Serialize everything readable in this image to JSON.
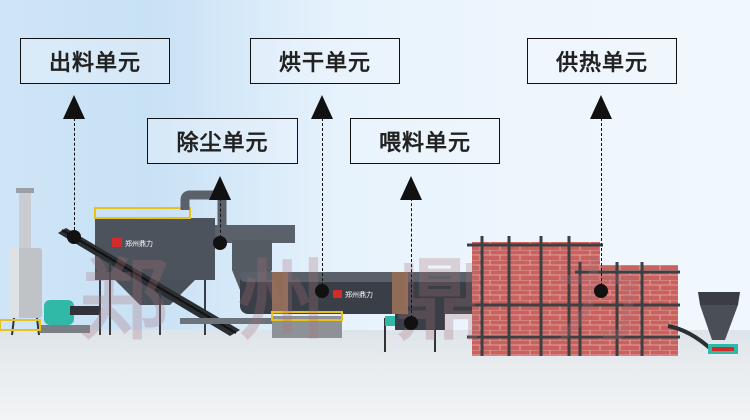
{
  "labels": {
    "discharge": "出料单元",
    "drying": "烘干单元",
    "heating": "供热单元",
    "dust_removal": "除尘单元",
    "feeding": "喂料单元"
  },
  "watermark": "郑州鼎力",
  "brand_plates": [
    "郑州鼎力",
    "郑州鼎力"
  ],
  "colors": {
    "background_left": "#c8e1f5",
    "background_right": "#f0f7fd",
    "label_border": "#111111",
    "label_text": "#222222",
    "brick": "#c9625f",
    "steel": "#3e434c",
    "teal_fan": "#2fb9a6",
    "brand_red": "#d42a2a"
  }
}
